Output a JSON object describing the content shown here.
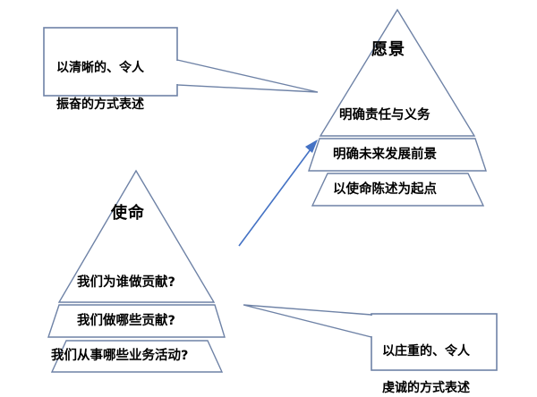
{
  "diagram": {
    "type": "dual-pyramid-comparison",
    "background_color": "#ffffff",
    "line_color": "#6e82a6",
    "arrow_color": "#4472c4",
    "text_color": "#000000"
  },
  "vision_pyramid": {
    "title": "愿景",
    "tiers": [
      {
        "label": "明确责任与义务"
      },
      {
        "label": "明确未来发展前景"
      },
      {
        "label": "以使命陈述为起点"
      }
    ]
  },
  "mission_pyramid": {
    "title": "使命",
    "tiers": [
      {
        "label": "我们为谁做贡献?"
      },
      {
        "label": "我们做哪些贡献?"
      },
      {
        "label": "我们从事哪些业务活动?"
      }
    ]
  },
  "callouts": [
    {
      "id": "vision-callout",
      "line1": "以清晰的、令人",
      "line2": "振奋的方式表述"
    },
    {
      "id": "mission-callout",
      "line1": "以庄重的、令人",
      "line2": "虔诚的方式表述"
    }
  ]
}
